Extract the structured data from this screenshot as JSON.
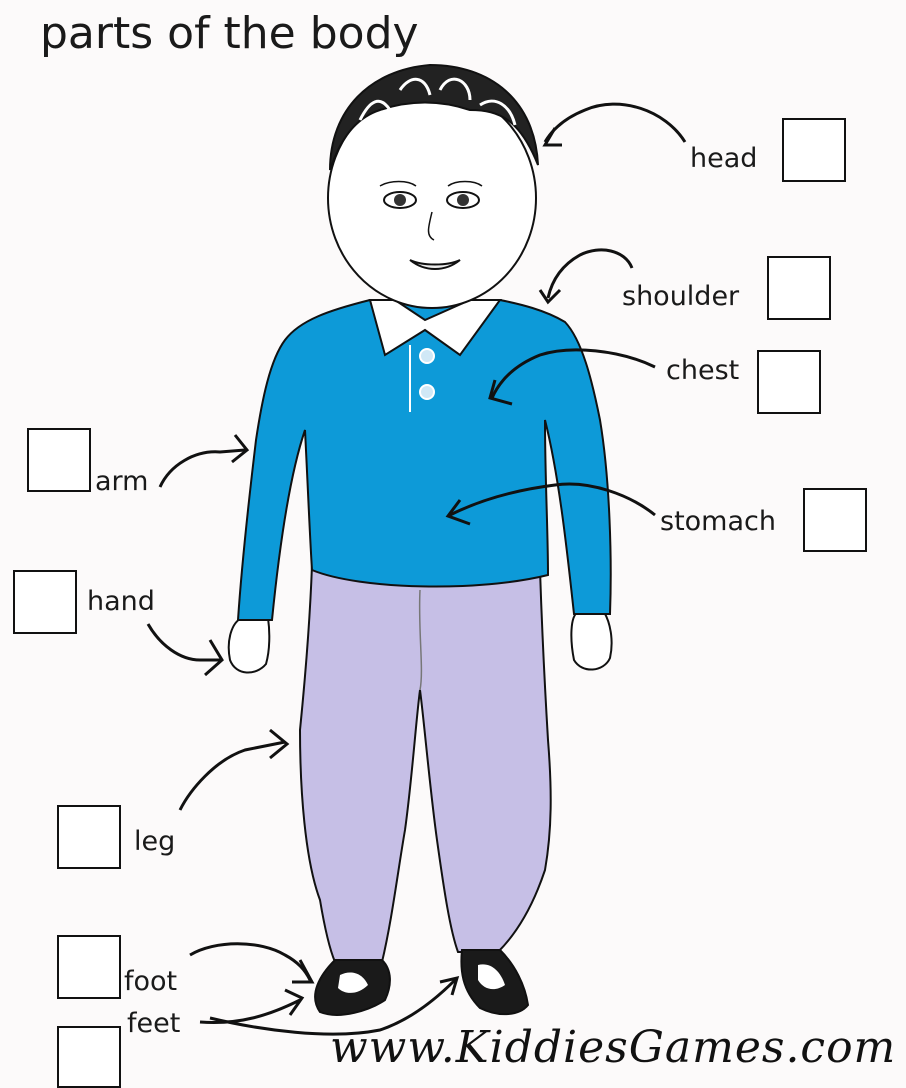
{
  "title": "parts of the body",
  "website": "www.KiddiesGames.com",
  "labels": {
    "head": "head",
    "shoulder": "shoulder",
    "chest": "chest",
    "stomach": "stomach",
    "arm": "arm",
    "hand": "hand",
    "leg": "leg",
    "foot": "foot",
    "feet": "feet"
  },
  "colors": {
    "shirt": "#0d9ad8",
    "pants": "#c6bfe6",
    "skin": "#ffffff",
    "outline": "#111111"
  }
}
